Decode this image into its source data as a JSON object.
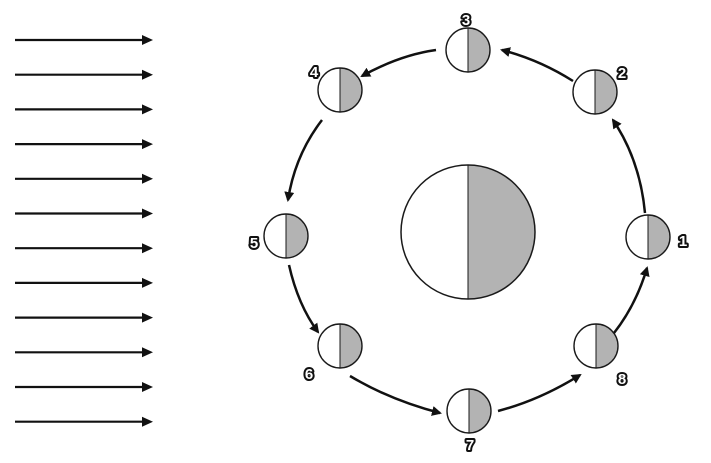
{
  "diagram": {
    "sunlight_ray_count": 12,
    "colors": {
      "lit_side": "#ffffff",
      "dark_side": "#b3b3b3",
      "outline": "#1a1a1a",
      "arrow": "#111111"
    },
    "earth": {
      "lit_side": "left",
      "dark_side": "right"
    },
    "moon_positions": [
      {
        "label": "1"
      },
      {
        "label": "2"
      },
      {
        "label": "3"
      },
      {
        "label": "4"
      },
      {
        "label": "5"
      },
      {
        "label": "6"
      },
      {
        "label": "7"
      },
      {
        "label": "8"
      }
    ],
    "orbit_direction": "counterclockwise"
  }
}
